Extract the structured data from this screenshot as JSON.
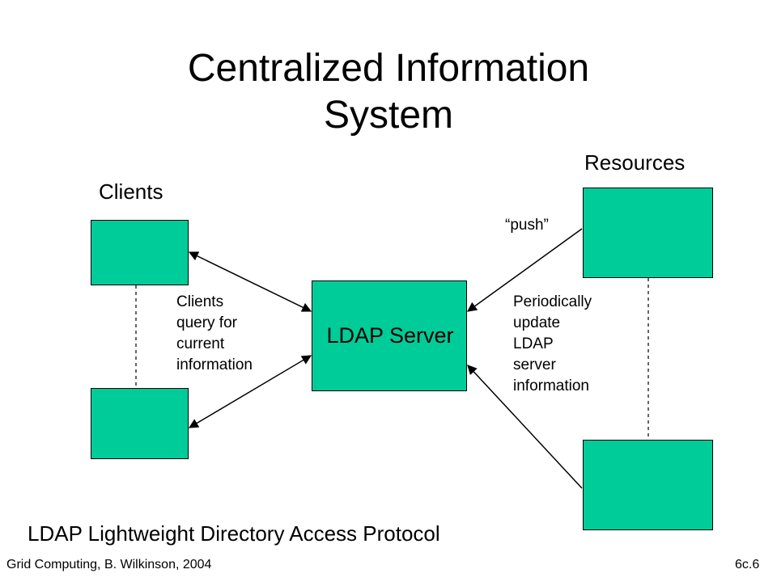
{
  "title": {
    "line1": "Centralized Information",
    "line2": "System"
  },
  "labels": {
    "clients": "Clients",
    "resources": "Resources",
    "server": "LDAP Server",
    "push": "“push”",
    "client_note": [
      "Clients",
      "query for",
      "current",
      "information"
    ],
    "resource_note": [
      "Periodically",
      "update",
      "LDAP",
      "server",
      "information"
    ]
  },
  "footer": {
    "definition": "LDAP Lightweight Directory Access Protocol",
    "credit": "Grid Computing, B. Wilkinson, 2004",
    "slide_number": "6c.6"
  },
  "colors": {
    "box_fill": "#00cc99"
  }
}
